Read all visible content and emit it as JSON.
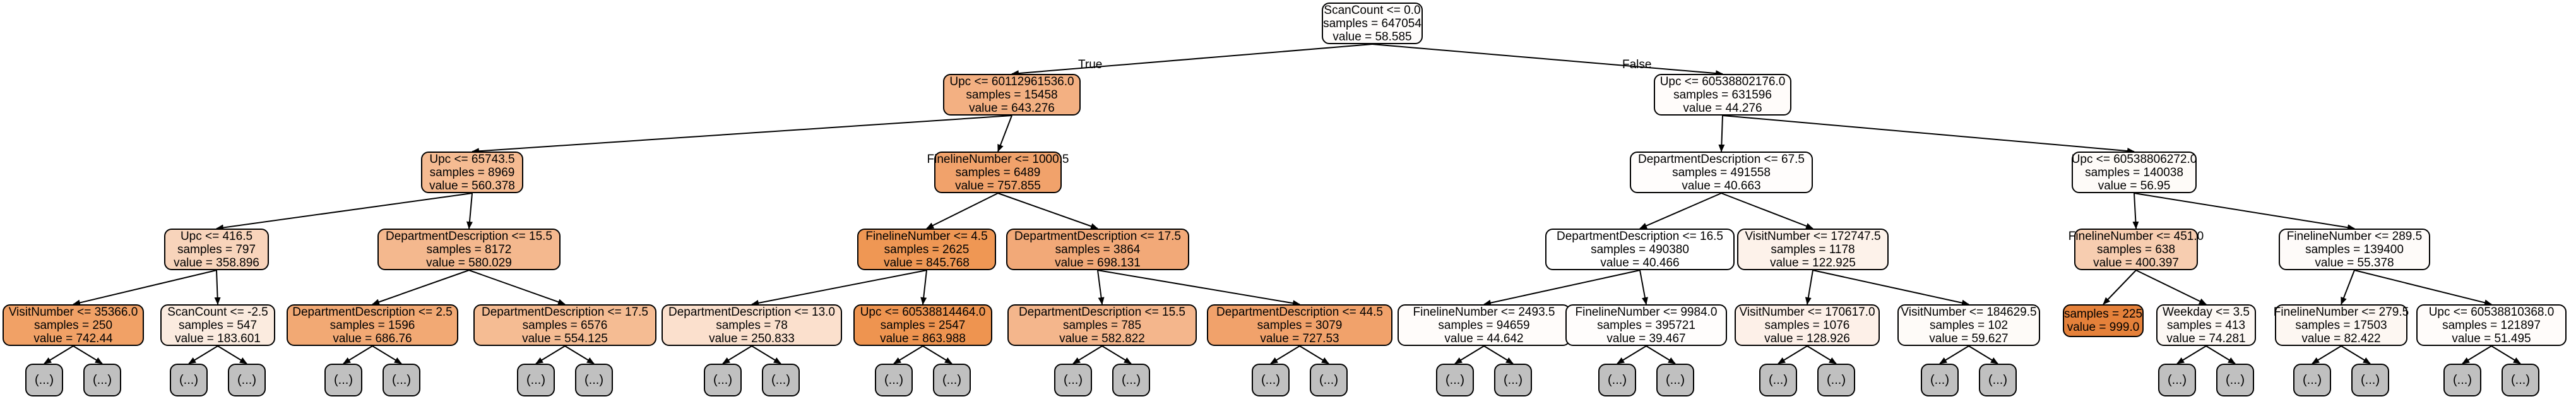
{
  "edge_labels": {
    "true_label": "True",
    "false_label": "False"
  },
  "ellipsis_text": "(...)",
  "nodes": [
    {
      "id": "n0",
      "lines": [
        "ScanCount <= 0.0",
        "samples = 647054",
        "value = 58.585"
      ],
      "color": "#fefcfb"
    },
    {
      "id": "n1",
      "lines": [
        "Upc <= 60112961536.0",
        "samples = 15458",
        "value = 643.276"
      ],
      "color": "#f3b082"
    },
    {
      "id": "n2",
      "lines": [
        "Upc <= 60538802176.0",
        "samples = 631596",
        "value = 44.276"
      ],
      "color": "#fffcfa"
    },
    {
      "id": "n3",
      "lines": [
        "Upc <= 65743.5",
        "samples = 8969",
        "value = 560.378"
      ],
      "color": "#f5bb92"
    },
    {
      "id": "n4",
      "lines": [
        "FinelineNumber <= 1000.5",
        "samples = 6489",
        "value = 757.855"
      ],
      "color": "#f1a26b"
    },
    {
      "id": "n5",
      "lines": [
        "DepartmentDescription <= 67.5",
        "samples = 491558",
        "value = 40.663"
      ],
      "color": "#fffdfc"
    },
    {
      "id": "n6",
      "lines": [
        "Upc <= 60538806272.0",
        "samples = 140038",
        "value = 56.95"
      ],
      "color": "#fefbf8"
    },
    {
      "id": "n7",
      "lines": [
        "Upc <= 416.5",
        "samples = 797",
        "value = 358.896"
      ],
      "color": "#f8d4bb"
    },
    {
      "id": "n8",
      "lines": [
        "DepartmentDescription <= 15.5",
        "samples = 8172",
        "value = 580.029"
      ],
      "color": "#f4b88e"
    },
    {
      "id": "n9",
      "lines": [
        "FinelineNumber <= 4.5",
        "samples = 2625",
        "value = 845.768"
      ],
      "color": "#ef9754"
    },
    {
      "id": "n10",
      "lines": [
        "DepartmentDescription <= 17.5",
        "samples = 3864",
        "value = 698.131"
      ],
      "color": "#f2a978"
    },
    {
      "id": "n11",
      "lines": [
        "DepartmentDescription <= 16.5",
        "samples = 490380",
        "value = 40.466"
      ],
      "color": "#ffffff"
    },
    {
      "id": "n12",
      "lines": [
        "VisitNumber <= 172747.5",
        "samples = 1178",
        "value = 122.925"
      ],
      "color": "#fdf2ea"
    },
    {
      "id": "n13",
      "lines": [
        "FinelineNumber <= 451.0",
        "samples = 638",
        "value = 400.397"
      ],
      "color": "#f7cdb0"
    },
    {
      "id": "n14",
      "lines": [
        "FinelineNumber <= 289.5",
        "samples = 139400",
        "value = 55.378"
      ],
      "color": "#fefbf9"
    },
    {
      "id": "n15",
      "lines": [
        "VisitNumber <= 35366.0",
        "samples = 250",
        "value = 742.44"
      ],
      "color": "#f1a166"
    },
    {
      "id": "n16",
      "lines": [
        "ScanCount <= -2.5",
        "samples = 547",
        "value = 183.601"
      ],
      "color": "#fbebdf"
    },
    {
      "id": "n17",
      "lines": [
        "DepartmentDescription <= 2.5",
        "samples = 1596",
        "value = 686.76"
      ],
      "color": "#f2a974"
    },
    {
      "id": "n18",
      "lines": [
        "DepartmentDescription <= 17.5",
        "samples = 6576",
        "value = 554.125"
      ],
      "color": "#f5bc93"
    },
    {
      "id": "n19",
      "lines": [
        "DepartmentDescription <= 13.0",
        "samples = 78",
        "value = 250.833"
      ],
      "color": "#fbe0cd"
    },
    {
      "id": "n20",
      "lines": [
        "Upc <= 60538814464.0",
        "samples = 2547",
        "value = 863.988"
      ],
      "color": "#ee9450"
    },
    {
      "id": "n21",
      "lines": [
        "DepartmentDescription <= 15.5",
        "samples = 785",
        "value = 582.822"
      ],
      "color": "#f4b68c"
    },
    {
      "id": "n22",
      "lines": [
        "DepartmentDescription <= 44.5",
        "samples = 3079",
        "value = 727.53"
      ],
      "color": "#f1a26b"
    },
    {
      "id": "n23",
      "lines": [
        "FinelineNumber <= 2493.5",
        "samples = 94659",
        "value = 44.642"
      ],
      "color": "#fffcfa"
    },
    {
      "id": "n24",
      "lines": [
        "FinelineNumber <= 9984.0",
        "samples = 395721",
        "value = 39.467"
      ],
      "color": "#fffdfc"
    },
    {
      "id": "n25",
      "lines": [
        "VisitNumber <= 170617.0",
        "samples = 1076",
        "value = 128.926"
      ],
      "color": "#fdf0e8"
    },
    {
      "id": "n26",
      "lines": [
        "VisitNumber <= 184629.5",
        "samples = 102",
        "value = 59.627"
      ],
      "color": "#fefbf8"
    },
    {
      "id": "n27",
      "lines": [
        "samples = 225",
        "value = 999.0"
      ],
      "color": "#e5813a"
    },
    {
      "id": "n28",
      "lines": [
        "Weekday <= 3.5",
        "samples = 413",
        "value = 74.281"
      ],
      "color": "#fdf8f4"
    },
    {
      "id": "n29",
      "lines": [
        "FinelineNumber <= 279.5",
        "samples = 17503",
        "value = 82.422"
      ],
      "color": "#fdf7f2"
    },
    {
      "id": "n30",
      "lines": [
        "Upc <= 60538810368.0",
        "samples = 121897",
        "value = 51.495"
      ],
      "color": "#fffcfa"
    }
  ]
}
